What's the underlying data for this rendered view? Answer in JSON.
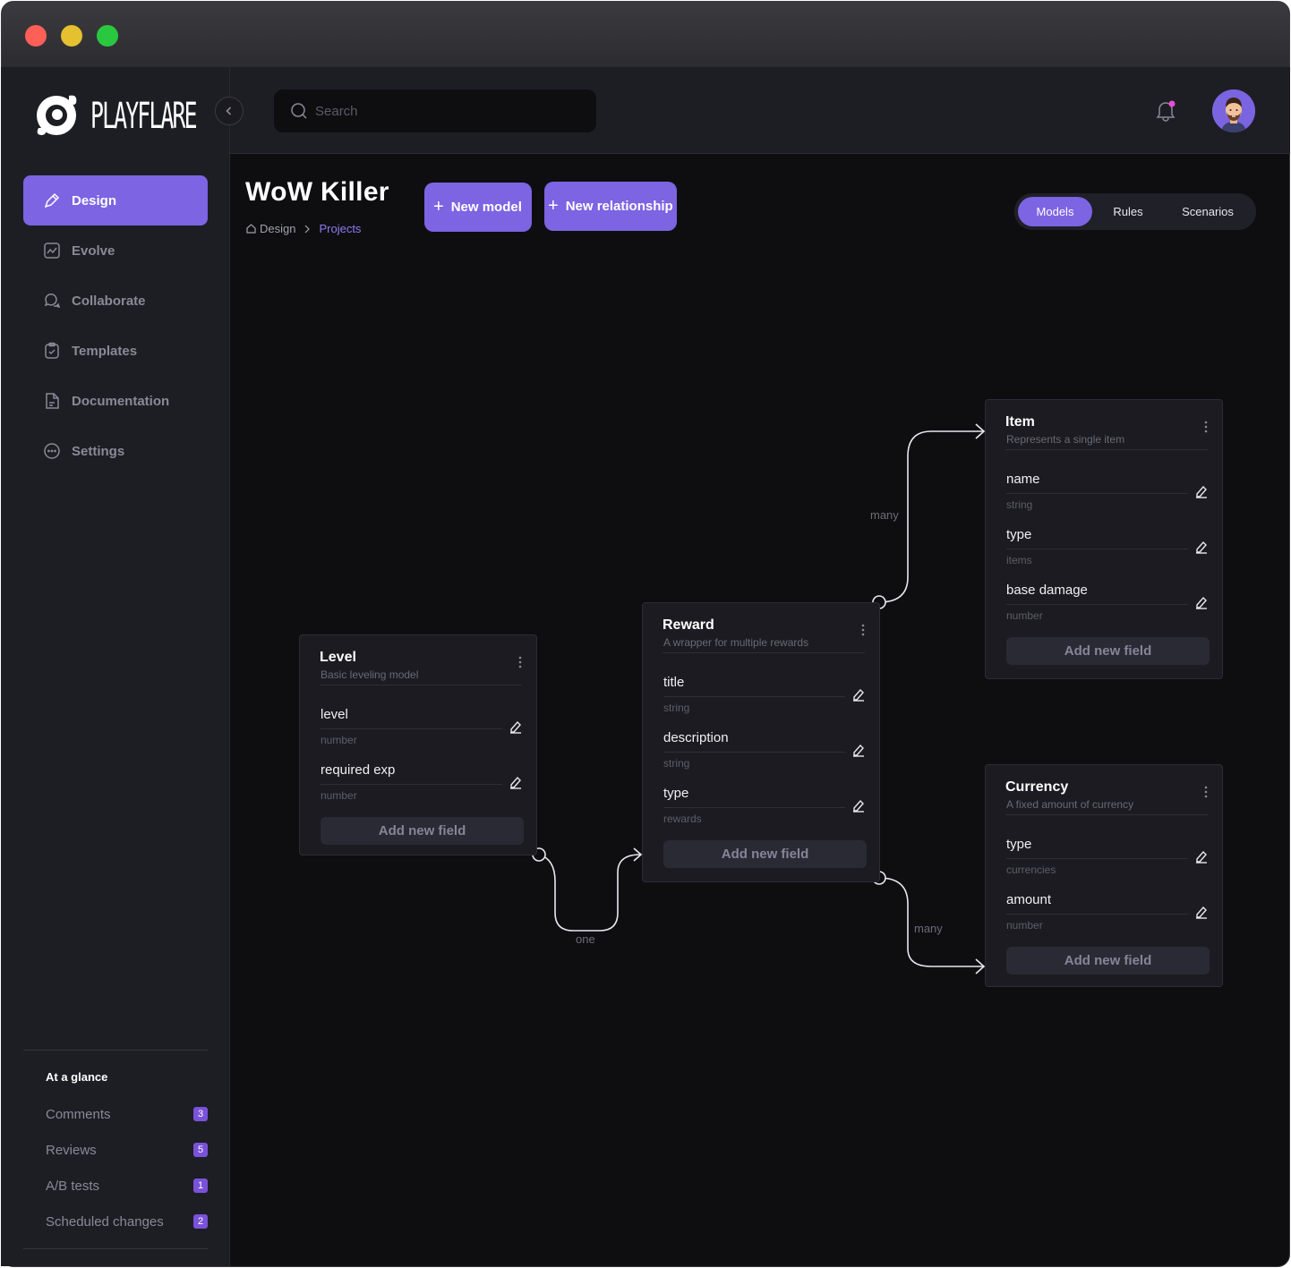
{
  "window": {
    "controls": [
      "close",
      "minimize",
      "maximize"
    ]
  },
  "brand": {
    "name": "PLAYFLARE"
  },
  "sidebar": {
    "nav": [
      {
        "label": "Design",
        "icon": "pen-icon",
        "active": true
      },
      {
        "label": "Evolve",
        "icon": "chart-icon",
        "active": false
      },
      {
        "label": "Collaborate",
        "icon": "chat-icon",
        "active": false
      },
      {
        "label": "Templates",
        "icon": "clipboard-icon",
        "active": false
      },
      {
        "label": "Documentation",
        "icon": "document-icon",
        "active": false
      },
      {
        "label": "Settings",
        "icon": "dots-circle-icon",
        "active": false
      }
    ],
    "glance": {
      "title": "At a glance",
      "items": [
        {
          "label": "Comments",
          "count": "3"
        },
        {
          "label": "Reviews",
          "count": "5"
        },
        {
          "label": "A/B tests",
          "count": "1"
        },
        {
          "label": "Scheduled changes",
          "count": "2"
        }
      ]
    }
  },
  "topbar": {
    "search_placeholder": "Search",
    "notification_dot_color": "#e94fd6"
  },
  "page": {
    "title": "WoW Killer",
    "breadcrumb": [
      "Design",
      "Projects"
    ],
    "buttons": {
      "new_model": "New model",
      "new_relationship": "New relationship"
    },
    "views": [
      {
        "label": "Models",
        "active": true
      },
      {
        "label": "Rules",
        "active": false
      },
      {
        "label": "Scenarios",
        "active": false
      }
    ]
  },
  "accent_color": "#7c64e3",
  "models": {
    "level": {
      "title": "Level",
      "subtitle": "Basic leveling model",
      "fields": [
        {
          "name": "level",
          "type": "number"
        },
        {
          "name": "required exp",
          "type": "number"
        }
      ],
      "add_label": "Add new field"
    },
    "reward": {
      "title": "Reward",
      "subtitle": "A wrapper for multiple rewards",
      "fields": [
        {
          "name": "title",
          "type": "string"
        },
        {
          "name": "description",
          "type": "string"
        },
        {
          "name": "type",
          "type": "rewards"
        }
      ],
      "add_label": "Add new field"
    },
    "item": {
      "title": "Item",
      "subtitle": "Represents a single item",
      "fields": [
        {
          "name": "name",
          "type": "string"
        },
        {
          "name": "type",
          "type": "items"
        },
        {
          "name": "base damage",
          "type": "number"
        }
      ],
      "add_label": "Add new field"
    },
    "currency": {
      "title": "Currency",
      "subtitle": "A fixed amount of currency",
      "fields": [
        {
          "name": "type",
          "type": "currencies"
        },
        {
          "name": "amount",
          "type": "number"
        }
      ],
      "add_label": "Add new field"
    }
  },
  "relationships": [
    {
      "from": "Level",
      "to": "Reward",
      "label": "one"
    },
    {
      "from": "Reward",
      "to": "Item",
      "label": "many"
    },
    {
      "from": "Reward",
      "to": "Currency",
      "label": "many"
    }
  ]
}
